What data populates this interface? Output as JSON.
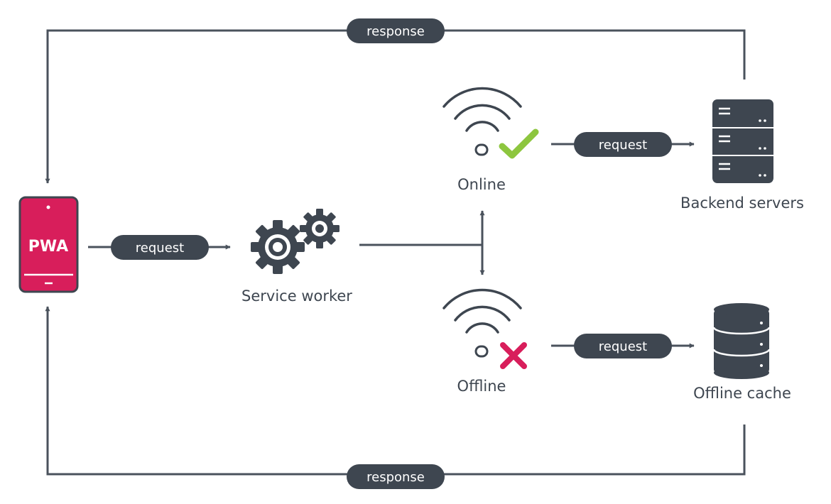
{
  "colors": {
    "dark": "#3e4650",
    "accent": "#d81e5b",
    "online": "#8dc63f",
    "line": "#4a525c",
    "background": "#ffffff"
  },
  "nodes": {
    "pwa": {
      "label": "PWA",
      "icon": "phone-icon"
    },
    "service_worker": {
      "label": "Service worker",
      "icon": "gears-icon"
    },
    "online": {
      "label": "Online",
      "icon": "wifi-icon",
      "status_icon": "check-icon"
    },
    "offline": {
      "label": "Offline",
      "icon": "wifi-icon",
      "status_icon": "cross-icon"
    },
    "backend": {
      "label": "Backend servers",
      "icon": "server-icon"
    },
    "cache": {
      "label": "Offline cache",
      "icon": "database-icon"
    }
  },
  "edges": {
    "pwa_to_sw": "request",
    "online_to_backend": "request",
    "offline_to_cache": "request",
    "response_top": "response",
    "response_bottom": "response"
  }
}
